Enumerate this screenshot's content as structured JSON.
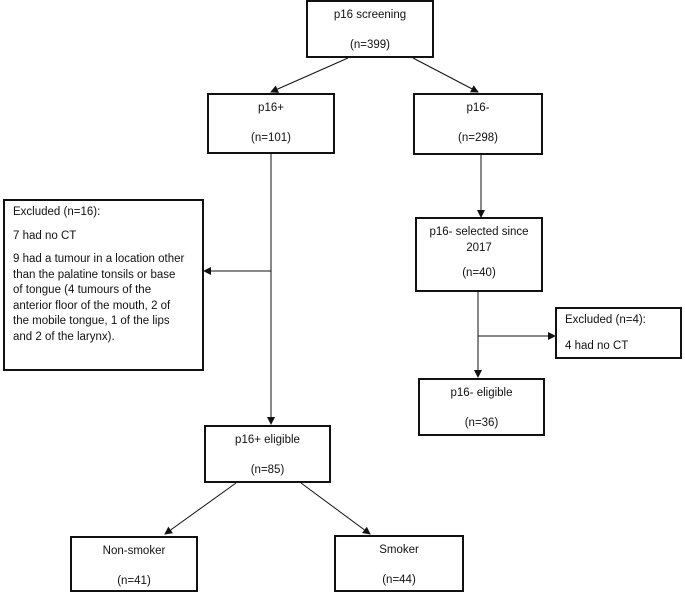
{
  "nodes": {
    "screening": {
      "title": "p16 screening",
      "count": "(n=399)"
    },
    "p16pos": {
      "title": "p16+",
      "count": "(n=101)"
    },
    "p16neg": {
      "title": "p16-",
      "count": "(n=298)"
    },
    "excluded_pos": {
      "title": "Excluded (n=16):",
      "line1": "7 had no CT",
      "line2_parts": [
        "9 had a tumour in a location other",
        "than the palatine tonsils or base",
        "of tongue (4 tumours of the",
        "anterior floor of the mouth, 2 of",
        "the mobile tongue, 1 of the lips",
        "and 2 of the larynx)."
      ]
    },
    "p16neg_selected": {
      "title_parts": [
        "p16- selected since",
        "2017"
      ],
      "count": "(n=40)"
    },
    "excluded_neg": {
      "title": "Excluded (n=4):",
      "line1": "4 had no CT"
    },
    "p16neg_eligible": {
      "title": "p16- eligible",
      "count": "(n=36)"
    },
    "p16pos_eligible": {
      "title": "p16+ eligible",
      "count": "(n=85)"
    },
    "nonsmoker": {
      "title": "Non-smoker",
      "count": "(n=41)"
    },
    "smoker": {
      "title": "Smoker",
      "count": "(n=44)"
    }
  },
  "colors": {
    "line": "#111111",
    "box_border": "#111111",
    "background": "#ffffff"
  }
}
